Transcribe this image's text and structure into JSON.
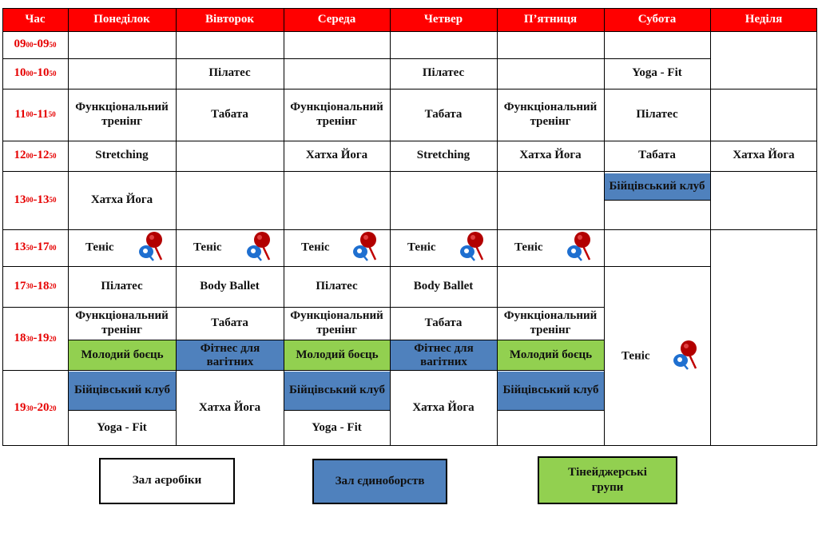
{
  "header": {
    "time_label": "Час",
    "days": [
      "Понеділок",
      "Вівторок",
      "Середа",
      "Четвер",
      "П’ятниця",
      "Субота",
      "Неділя"
    ]
  },
  "times": {
    "t1": {
      "a": "09",
      "as": "00",
      "b": "09",
      "bs": "50"
    },
    "t2": {
      "a": "10",
      "as": "00",
      "b": "10",
      "bs": "50"
    },
    "t3": {
      "a": "11",
      "as": "00",
      "b": "11",
      "bs": "50"
    },
    "t4": {
      "a": "12",
      "as": "00",
      "b": "12",
      "bs": "50"
    },
    "t5": {
      "a": "13",
      "as": "00",
      "b": "13",
      "bs": "50"
    },
    "t6": {
      "a": "13",
      "as": "50",
      "b": "17",
      "bs": "00"
    },
    "t7": {
      "a": "17",
      "as": "30",
      "b": "18",
      "bs": "20"
    },
    "t8": {
      "a": "18",
      "as": "30",
      "b": "19",
      "bs": "20"
    },
    "t9": {
      "a": "19",
      "as": "30",
      "b": "20",
      "bs": "20"
    }
  },
  "classes": {
    "pilates": "Пілатес",
    "yoga_fit": "Yoga - Fit",
    "functional_l1": "Функціональний",
    "functional_l2": "тренінг",
    "tabata": "Табата",
    "stretching": "Stretching",
    "hatha": "Хатха Йога",
    "fight_club": "Бійцівський клуб",
    "tennis": "Теніс",
    "body_ballet": "Body Ballet",
    "young_fighter": "Молодий боєць",
    "pregnant_l1": "Фітнес для",
    "pregnant_l2": "вагітних"
  },
  "legend": {
    "aerobics": "Зал аєробіки",
    "martial": "Зал єдиноборств",
    "teen_l1": "Тінейджерські",
    "teen_l2": "групи"
  },
  "colors": {
    "header_red": "#ff0000",
    "time_red": "#e60000",
    "martial_blue": "#4f81bd",
    "teen_green": "#92d050"
  },
  "icons": {
    "tennis": "table-tennis-rackets-icon"
  }
}
